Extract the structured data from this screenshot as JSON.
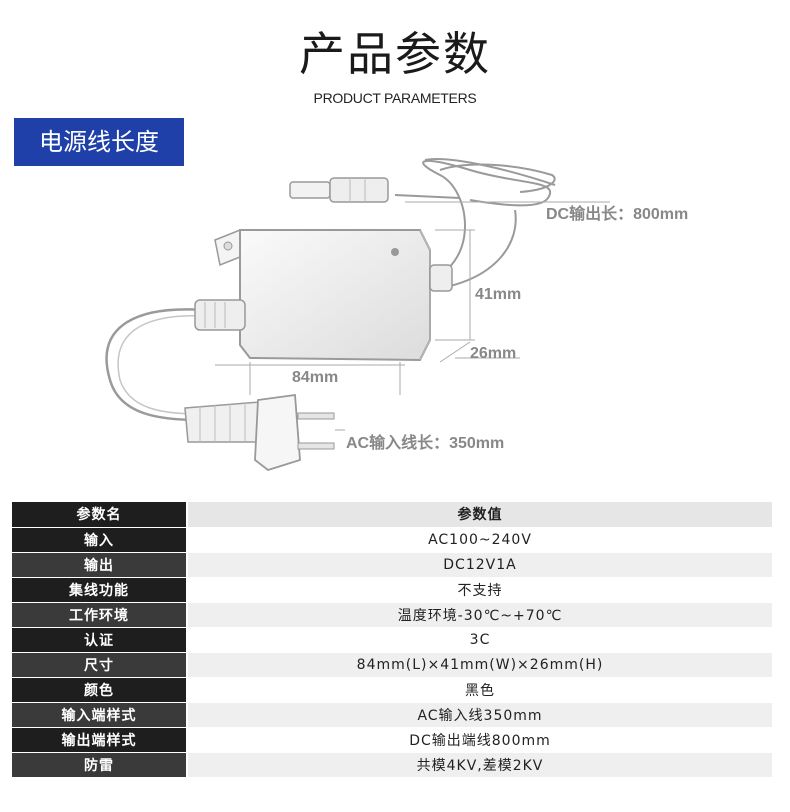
{
  "header": {
    "title": "产品参数",
    "subtitle": "PRODUCT PARAMETERS"
  },
  "section": {
    "label": "电源线长度"
  },
  "diagram": {
    "dc_length": "DC输出长：800mm",
    "height": "41mm",
    "depth": "26mm",
    "width": "84mm",
    "ac_length": "AC输入线长：350mm"
  },
  "table": {
    "header": {
      "key": "参数名",
      "value": "参数值"
    },
    "rows": [
      {
        "key": "输入",
        "value": "AC100~240V"
      },
      {
        "key": "输出",
        "value": "DC12V1A"
      },
      {
        "key": "集线功能",
        "value": "不支持"
      },
      {
        "key": "工作环境",
        "value": "温度环境-30℃~+70℃"
      },
      {
        "key": "认证",
        "value": "3C"
      },
      {
        "key": "尺寸",
        "value": "84mm(L)×41mm(W)×26mm(H)"
      },
      {
        "key": "颜色",
        "value": "黑色"
      },
      {
        "key": "输入端样式",
        "value": "AC输入线350mm"
      },
      {
        "key": "输出端样式",
        "value": "DC输出端线800mm"
      },
      {
        "key": "防雷",
        "value": "共模4KV,差模2KV"
      }
    ]
  }
}
